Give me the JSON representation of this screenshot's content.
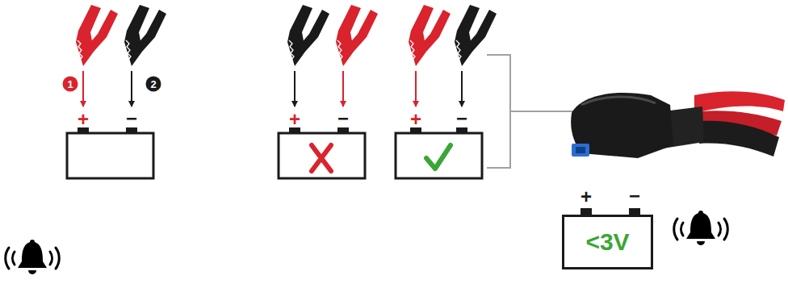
{
  "diagram": {
    "nodes": [
      {
        "text": [
          "<3V"
        ]
      }
    ],
    "labels": [
      "1",
      "2",
      "+",
      "−",
      "+",
      "−",
      "+",
      "−",
      "+",
      "−"
    ]
  }
}
